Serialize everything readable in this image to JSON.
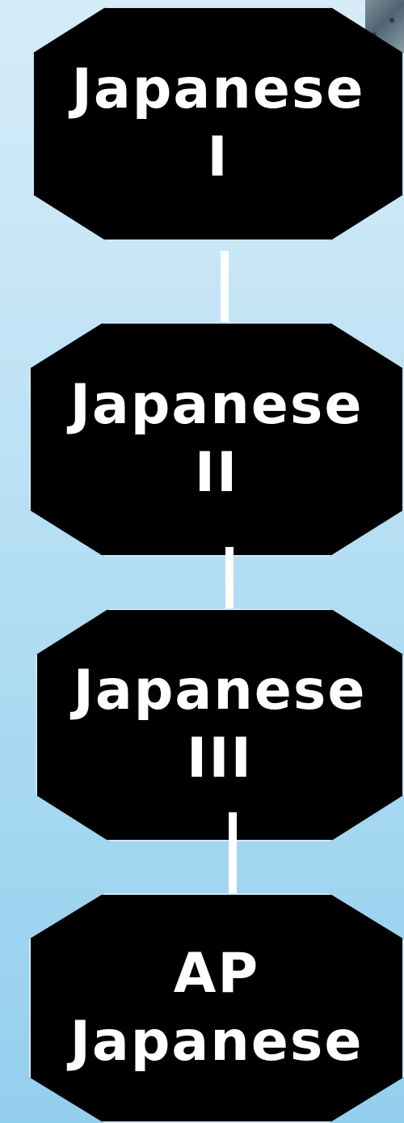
{
  "diagram": {
    "type": "flowchart",
    "nodes": [
      {
        "id": "n1",
        "label": "Japanese\nI"
      },
      {
        "id": "n2",
        "label": "Japanese\nII"
      },
      {
        "id": "n3",
        "label": "Japanese\nIII"
      },
      {
        "id": "n4",
        "label": "AP\nJapanese"
      }
    ],
    "edges": [
      {
        "from": "n1",
        "to": "n2"
      },
      {
        "from": "n2",
        "to": "n3"
      },
      {
        "from": "n3",
        "to": "n4"
      }
    ]
  },
  "colors": {
    "node_fill": "#000000",
    "node_text": "#ffffff",
    "arrow": "#ffffff",
    "background_top": "#d6ecf8",
    "background_bottom": "#93cfee"
  }
}
